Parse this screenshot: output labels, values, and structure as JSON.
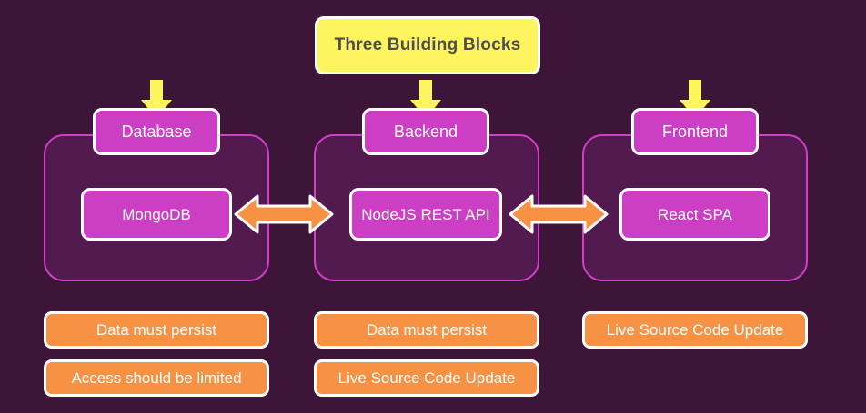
{
  "diagram": {
    "title": "Three Building Blocks",
    "background_color": "#3c1539",
    "title_box_color": "#fdf45e",
    "title_text_color": "#4d4d4d",
    "container_fill_color": "#521a4f",
    "container_border_color": "#d23fc9",
    "node_color": "#cc3fc4",
    "requirement_color": "#f79245",
    "arrow_down_color": "#fdf45e",
    "arrow_link_color": "#f79245",
    "columns": [
      {
        "header": "Database",
        "tech": "MongoDB",
        "requirements": [
          "Data must persist",
          "Access should be limited"
        ]
      },
      {
        "header": "Backend",
        "tech": "NodeJS REST API",
        "requirements": [
          "Data must persist",
          "Live Source Code Update"
        ]
      },
      {
        "header": "Frontend",
        "tech": "React SPA",
        "requirements": [
          "Live Source Code Update"
        ]
      }
    ],
    "connectors": [
      {
        "name": "database-backend-link",
        "type": "bidirectional"
      },
      {
        "name": "backend-frontend-link",
        "type": "bidirectional"
      }
    ]
  }
}
